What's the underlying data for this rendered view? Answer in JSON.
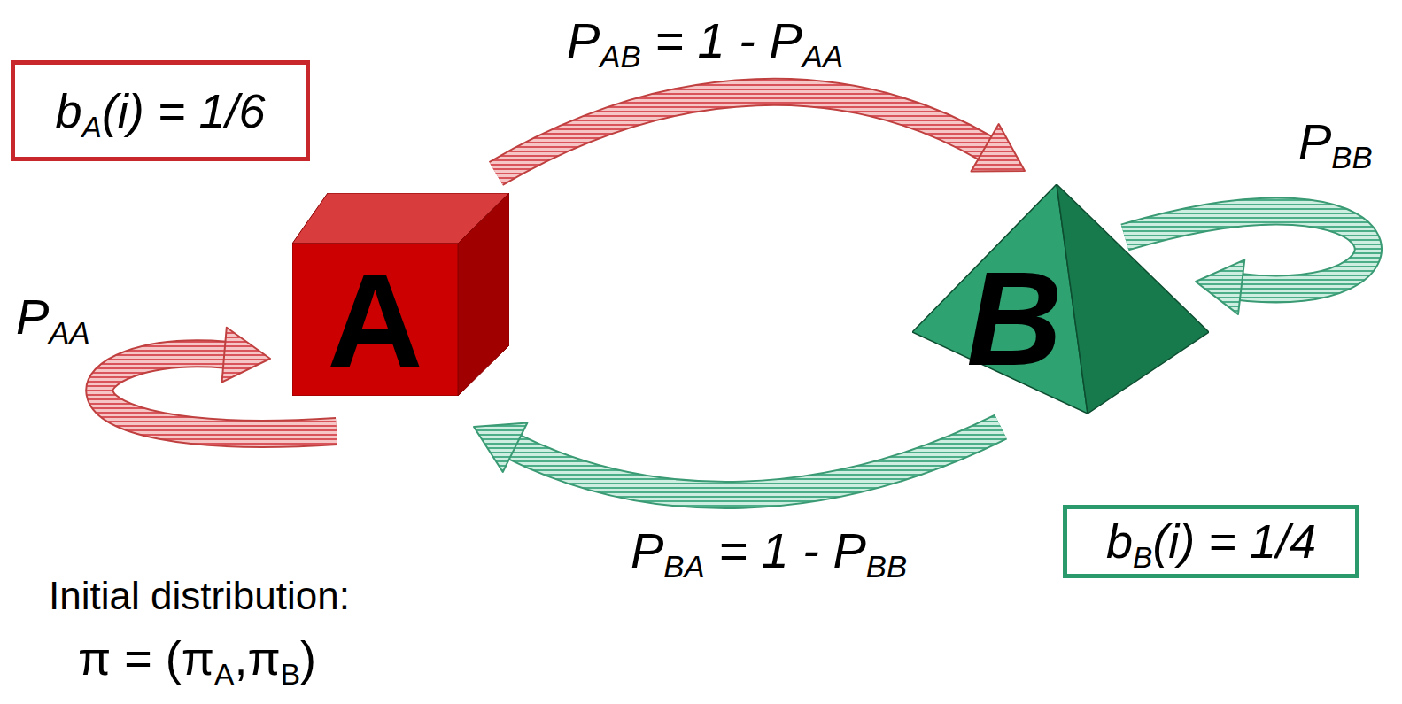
{
  "diagram": {
    "nodes": [
      {
        "text": [
          "bA(i) = 1/6"
        ]
      },
      {
        "text": [
          "A"
        ]
      },
      {
        "text": [
          "B"
        ]
      },
      {
        "text": [
          "bB(i) = 1/4"
        ]
      }
    ],
    "edges": [
      {
        "from": 1,
        "to": 2,
        "label": "PAB = 1 - PAA",
        "arrow": "to"
      },
      {
        "from": 2,
        "to": 2,
        "label": "PBB",
        "arrow": "to"
      },
      {
        "from": 1,
        "to": 1,
        "label": "PAA",
        "arrow": "to"
      },
      {
        "from": 2,
        "to": 1,
        "label": "PBA = 1 - PBB",
        "arrow": "to"
      }
    ],
    "labels": [
      "Initial distribution:",
      "π = (πA,πB)"
    ]
  }
}
